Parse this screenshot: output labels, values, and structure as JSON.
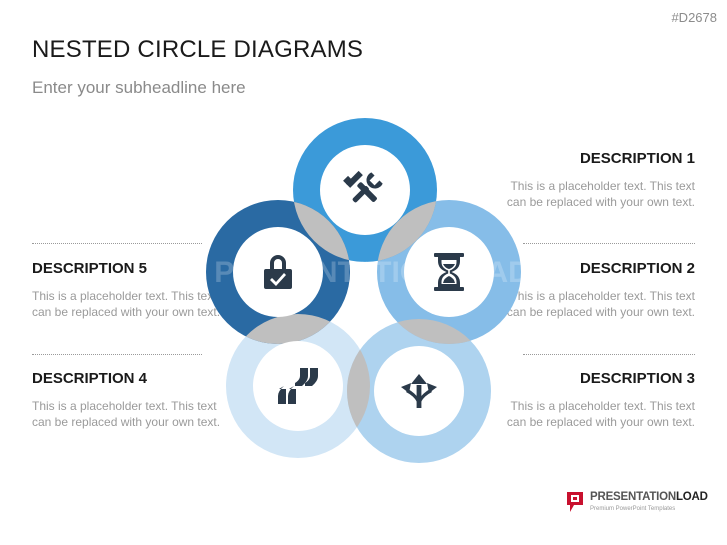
{
  "slide_id": "#D2678",
  "title": "NESTED CIRCLE DIAGRAMS",
  "subtitle": "Enter your subheadline here",
  "descriptions": [
    {
      "heading": "DESCRIPTION 1",
      "text": "This is a placeholder text. This text can be replaced with your own text."
    },
    {
      "heading": "DESCRIPTION 2",
      "text": "This is a placeholder text. This text can be replaced with your own text."
    },
    {
      "heading": "DESCRIPTION 3",
      "text": "This is a placeholder text. This text can be replaced with your own text."
    },
    {
      "heading": "DESCRIPTION 4",
      "text": "This is a placeholder text. This text can be replaced with your own text."
    },
    {
      "heading": "DESCRIPTION 5",
      "text": "This is a placeholder text. This text can be replaced with your own text."
    }
  ],
  "circles": [
    {
      "icon": "tools-icon",
      "color": "#3b9ad9"
    },
    {
      "icon": "hourglass-icon",
      "color": "#86bde8"
    },
    {
      "icon": "split-arrows-icon",
      "color": "#aed3ef"
    },
    {
      "icon": "quote-icon",
      "color": "#d2e6f6"
    },
    {
      "icon": "lock-icon",
      "color": "#2a6aa3"
    }
  ],
  "overlap_color": "#bfbfbf",
  "icon_color": "#2b3a4a",
  "logo": {
    "brand_part1": "PRESENTATION",
    "brand_part2": "LOAD",
    "tagline": "Premium PowerPoint Templates",
    "color": "#c8102e"
  },
  "watermark": "PRESENTATIONLOAD"
}
